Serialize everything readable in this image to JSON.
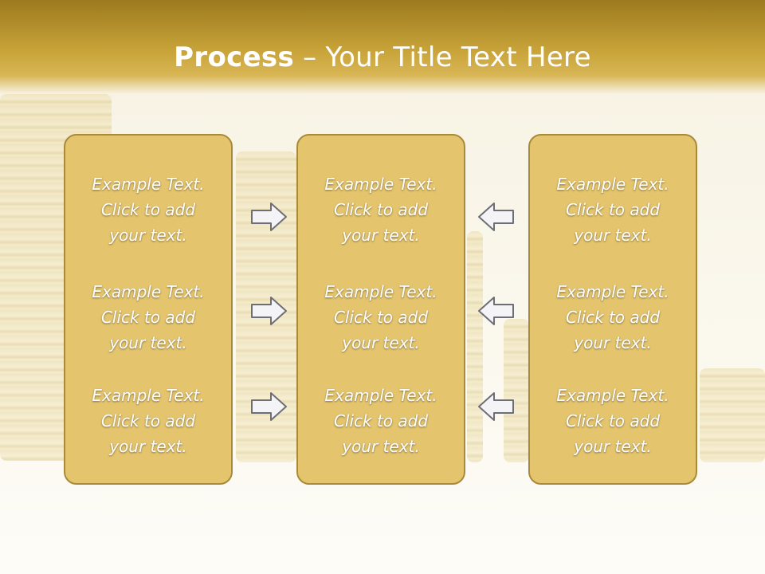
{
  "title": {
    "bold": "Process",
    "rest": " – Your Title Text Here"
  },
  "columns": [
    {
      "blocks": [
        [
          "Example Text.",
          "Click  to add",
          "your text."
        ],
        [
          "Example Text.",
          "Click  to add",
          "your text."
        ],
        [
          "Example Text.",
          "Click  to add",
          "your text."
        ]
      ]
    },
    {
      "blocks": [
        [
          "Example Text.",
          "Click  to add",
          "your text."
        ],
        [
          "Example Text.",
          "Click  to add",
          "your text."
        ],
        [
          "Example Text.",
          "Click  to add",
          "your text."
        ]
      ]
    },
    {
      "blocks": [
        [
          "Example Text.",
          "Click  to add",
          "your text."
        ],
        [
          "Example Text.",
          "Click  to add",
          "your text."
        ],
        [
          "Example Text.",
          "Click  to add",
          "your text."
        ]
      ]
    }
  ],
  "arrows": {
    "left_group": "arrow-right-icon",
    "right_group": "arrow-left-icon"
  },
  "colors": {
    "header": "#c9a43a",
    "panel": "#e4c46d",
    "panel_border": "#a88a3a",
    "text": "#ffffff"
  }
}
